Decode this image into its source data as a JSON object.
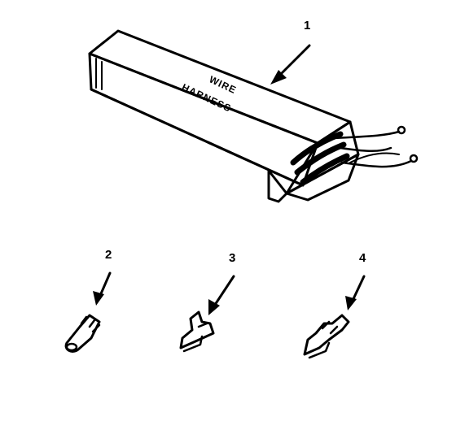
{
  "diagram": {
    "box_label_line1": "WIRE",
    "box_label_line2": "HARNESS",
    "callouts": [
      "1",
      "2",
      "3",
      "4"
    ]
  }
}
